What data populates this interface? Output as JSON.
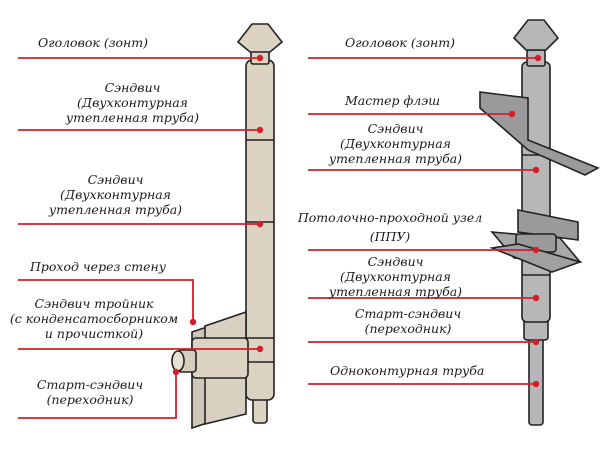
{
  "colors": {
    "leader": "#d0202a",
    "pipe_beige": "#dcd3c3",
    "pipe_gray": "#b7b7ba",
    "flange": "#9a9a9c",
    "outline": "#222222"
  },
  "left": {
    "cap": "Оголовок (зонт)",
    "sandwich1": [
      "Сэндвич",
      "(Двухконтурная",
      "утепленная труба)"
    ],
    "sandwich2": [
      "Сэндвич",
      "(Двухконтурная",
      "утепленная труба)"
    ],
    "wall": "Проход через стену",
    "tee": [
      "Сэндвич тройник",
      "(с конденсатосборником",
      "и прочисткой)"
    ],
    "start": [
      "Старт-сэндвич",
      "(переходник)"
    ]
  },
  "right": {
    "cap": "Оголовок (зонт)",
    "flash": "Мастер флэш",
    "sandwich1": [
      "Сэндвич",
      "(Двухконтурная",
      "утепленная труба)"
    ],
    "ceiling": [
      "Потолочно-проходной узел",
      "(ППУ)"
    ],
    "sandwich2": [
      "Сэндвич",
      "(Двухконтурная",
      "утепленная труба)"
    ],
    "start": [
      "Старт-сэндвич",
      "(переходник)"
    ],
    "single": "Одноконтурная труба"
  }
}
